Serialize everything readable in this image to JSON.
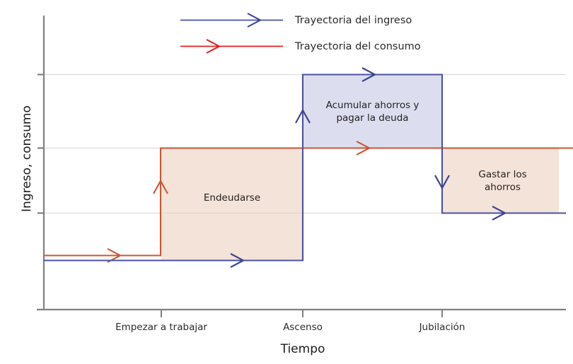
{
  "chart_data": {
    "type": "line",
    "title": "",
    "xlabel": "Tiempo",
    "ylabel": "Ingreso, consumo",
    "grid": true,
    "legend_position": "top-center",
    "xticks": [
      "Empezar a trabajar",
      "Ascenso",
      "Jubilación"
    ],
    "xtick_positions": [
      228,
      428,
      625
    ],
    "yticks": [],
    "xlim": [
      62,
      800
    ],
    "ylim": [
      438,
      22
    ],
    "gridlines_y": [
      105,
      209,
      301
    ],
    "series": [
      {
        "name": "Trayectoria del ingreso",
        "color": "#4a52a0",
        "type": "step",
        "x": [
          62,
          228,
          428,
          428,
          625,
          625,
          800
        ],
        "y": [
          368,
          368,
          368,
          105,
          105,
          301,
          301
        ],
        "arrow_markers": [
          {
            "x": 335,
            "y": 368,
            "dir": "right"
          },
          {
            "x": 428,
            "y": 165,
            "dir": "up"
          },
          {
            "x": 521,
            "y": 105,
            "dir": "right"
          },
          {
            "x": 625,
            "y": 255,
            "dir": "down"
          },
          {
            "x": 705,
            "y": 301,
            "dir": "right"
          }
        ]
      },
      {
        "name": "Trayectoria del consumo",
        "color": "#cc5533",
        "type": "step",
        "x": [
          62,
          227,
          227,
          428,
          800
        ],
        "y": [
          361,
          361,
          209,
          209,
          209
        ],
        "arrow_markers": [
          {
            "x": 162,
            "y": 361,
            "dir": "right"
          },
          {
            "x": 227,
            "y": 265,
            "dir": "up"
          },
          {
            "x": 514,
            "y": 209,
            "dir": "right"
          }
        ]
      }
    ],
    "shaded_regions": [
      {
        "label": "Endeudarse",
        "fill": "#f4e3d8",
        "x0": 228,
        "x1": 428,
        "y_top": 209,
        "y_bottom": 368,
        "label_x": 328,
        "label_y": 279
      },
      {
        "label": "Acumular ahorros y\npagar la deuda",
        "fill": "#dcdef0",
        "x0": 428,
        "x1": 625,
        "y_top": 105,
        "y_bottom": 209,
        "label_x": 527,
        "label_y": 157
      },
      {
        "label": "Gastar los\nahorros",
        "fill": "#f4e3d8",
        "x0": 625,
        "x1": 790,
        "y_top": 209,
        "y_bottom": 301,
        "label_x": 711,
        "label_y": 255
      }
    ],
    "annotations": [
      {
        "text": "Endeudarse",
        "x": 328,
        "y": 279
      },
      {
        "text": "Acumular ahorros y",
        "x": 527,
        "y": 148
      },
      {
        "text": "pagar la deuda",
        "x": 527,
        "y": 166
      },
      {
        "text": "Gastar los",
        "x": 711,
        "y": 246
      },
      {
        "text": "ahorros",
        "x": 711,
        "y": 264
      }
    ]
  },
  "legend": {
    "items": [
      {
        "label": "Trayectoria del ingreso",
        "color": "#4a52a0"
      },
      {
        "label": "Trayectoria del consumo",
        "color": "#e02020"
      }
    ]
  },
  "axes": {
    "x_title": "Tiempo",
    "y_title": "Ingreso, consumo",
    "x_tick_labels": [
      "Empezar a trabajar",
      "Ascenso",
      "Jubilación"
    ]
  },
  "region_labels": {
    "debt": "Endeudarse",
    "save_line1": "Acumular ahorros y",
    "save_line2": "pagar la deuda",
    "spend_line1": "Gastar los",
    "spend_line2": "ahorros"
  },
  "colors": {
    "income": "#4a52a0",
    "consumption": "#cc5533",
    "legend_consumption": "#e02020",
    "fill_peach": "#f4e3d8",
    "fill_blue": "#dcdef0",
    "axis": "#808080",
    "grid": "#d6d6d6",
    "text": "#231f20"
  }
}
